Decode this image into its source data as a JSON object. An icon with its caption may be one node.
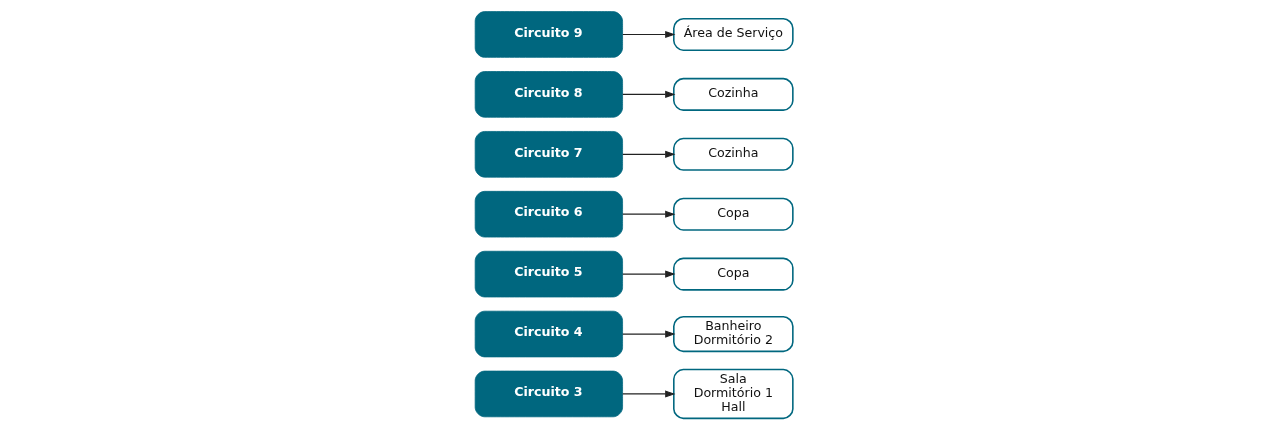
{
  "diagram": {
    "nodes": [
      {
        "text": [
          "Circuito 3"
        ]
      },
      {
        "text": [
          "Sala",
          "Dormitório 1",
          "Hall"
        ]
      },
      {
        "text": [
          "Circuito 4"
        ]
      },
      {
        "text": [
          "Banheiro",
          "Dormitório 2"
        ]
      },
      {
        "text": [
          "Circuito 5"
        ]
      },
      {
        "text": [
          "Copa"
        ]
      },
      {
        "text": [
          "Circuito 6"
        ]
      },
      {
        "text": [
          "Copa"
        ]
      },
      {
        "text": [
          "Circuito 7"
        ]
      },
      {
        "text": [
          "Cozinha"
        ]
      },
      {
        "text": [
          "Circuito 8"
        ]
      },
      {
        "text": [
          "Cozinha"
        ]
      },
      {
        "text": [
          "Circuito 9"
        ]
      },
      {
        "text": [
          "Área de Serviço"
        ]
      }
    ],
    "edges": [
      {
        "from": 0,
        "to": 1,
        "arrow": "to"
      },
      {
        "from": 2,
        "to": 3,
        "arrow": "to"
      },
      {
        "from": 4,
        "to": 5,
        "arrow": "to"
      },
      {
        "from": 6,
        "to": 7,
        "arrow": "to"
      },
      {
        "from": 8,
        "to": 9,
        "arrow": "to"
      },
      {
        "from": 10,
        "to": 11,
        "arrow": "to"
      },
      {
        "from": 12,
        "to": 13,
        "arrow": "to"
      }
    ]
  }
}
